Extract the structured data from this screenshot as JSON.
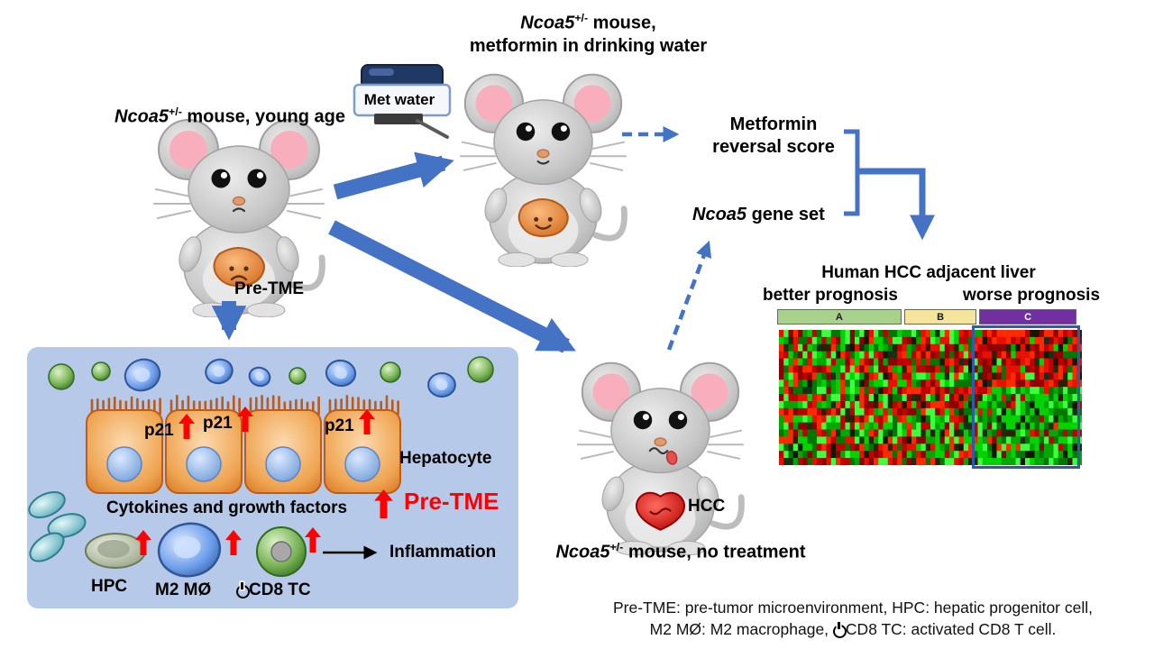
{
  "labels": {
    "top": {
      "gene": "Ncoa5",
      "sup": "+/-",
      "rest": " mouse,",
      "line2": "metformin in drinking water"
    },
    "left": {
      "gene": "Ncoa5",
      "sup": "+/-",
      "rest": " mouse, young age"
    },
    "bottom": {
      "gene": "Ncoa5",
      "sup": "+/-",
      "rest": " mouse, no treatment"
    },
    "met_water": "Met water",
    "pre_tme_tag": "Pre-TME",
    "metformin": {
      "line1": "Metformin",
      "line2": "reversal score"
    },
    "gene_set": {
      "gene": "Ncoa5",
      "rest": " gene set"
    },
    "hcc": "HCC"
  },
  "heatmap": {
    "title": "Human HCC adjacent liver",
    "better": "better prognosis",
    "worse": "worse prognosis",
    "groups": [
      {
        "label": "A",
        "color": "#a9d18e"
      },
      {
        "label": "B",
        "color": "#f5e49c"
      },
      {
        "label": "C",
        "color": "#7030a0"
      }
    ]
  },
  "tme": {
    "p21": "p21",
    "hepatocyte": "Hepatocyte",
    "cytokines": "Cytokines and growth factors",
    "pre_tme": "Pre-TME",
    "hpc": "HPC",
    "m2": "M2 MØ",
    "cd8": "CD8 TC",
    "inflammation": "Inflammation"
  },
  "footnote": {
    "line1": "Pre-TME: pre-tumor microenvironment, HPC: hepatic progenitor cell,",
    "line2a": "M2 MØ: M2 macrophage, ",
    "line2b": "CD8 TC: activated CD8 T cell."
  },
  "colors": {
    "arrow_blue": "#4472c4",
    "accent_red": "#ff0000",
    "box_blue": "#b7c9e8",
    "highlight_border": "#2e5aa8",
    "heat_red": [
      "#8f0000",
      "#c00000",
      "#e81000",
      "#ff2a00"
    ],
    "heat_green": [
      "#007800",
      "#00a800",
      "#00d400",
      "#3dff3d"
    ],
    "heat_dark": [
      "#151500",
      "#2b2100",
      "#173015"
    ]
  }
}
